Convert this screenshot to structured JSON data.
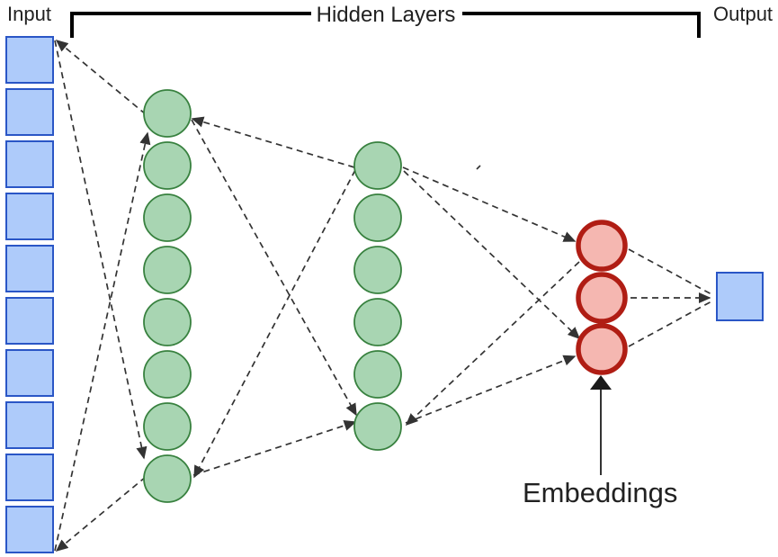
{
  "diagram": {
    "labels": {
      "input": "Input",
      "hidden_layers": "Hidden Layers",
      "output": "Output",
      "embeddings": "Embeddings"
    },
    "layers": [
      {
        "name": "input",
        "shape": "square",
        "count": 10,
        "color": "blue"
      },
      {
        "name": "hidden-layer-1",
        "shape": "circle",
        "count": 8,
        "color": "green"
      },
      {
        "name": "hidden-layer-2",
        "shape": "circle",
        "count": 6,
        "color": "green"
      },
      {
        "name": "embeddings",
        "shape": "circle",
        "count": 3,
        "color": "red"
      },
      {
        "name": "output",
        "shape": "square",
        "count": 1,
        "color": "blue"
      }
    ],
    "colors": {
      "node_blue_fill": "#aecbfa",
      "node_blue_border": "#2a56c6",
      "node_green_fill": "#a8d5b2",
      "node_green_border": "#38813f",
      "node_red_fill": "#f5b7b1",
      "node_red_border": "#b01d14",
      "connection": "#333333",
      "text": "#212121",
      "bracket": "#000000"
    }
  }
}
